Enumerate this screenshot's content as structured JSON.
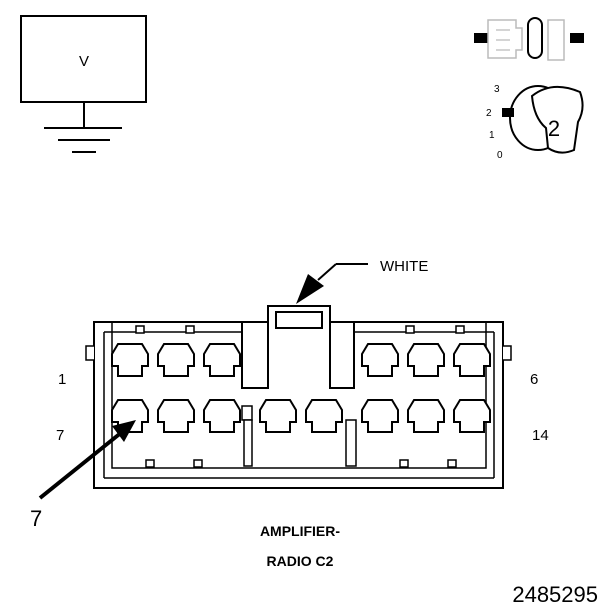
{
  "voltmeter": {
    "symbol": "V"
  },
  "ignition": {
    "positions": [
      "3",
      "2",
      "1",
      "0"
    ],
    "selected": "2"
  },
  "connector": {
    "color_label": "WHITE",
    "name_line1": "AMPLIFIER-",
    "name_line2": "RADIO C2",
    "pin_top_left": "1",
    "pin_top_right": "6",
    "pin_bottom_left": "7",
    "pin_bottom_right": "14",
    "probe_pin": "7"
  },
  "figure_number": "2485295"
}
